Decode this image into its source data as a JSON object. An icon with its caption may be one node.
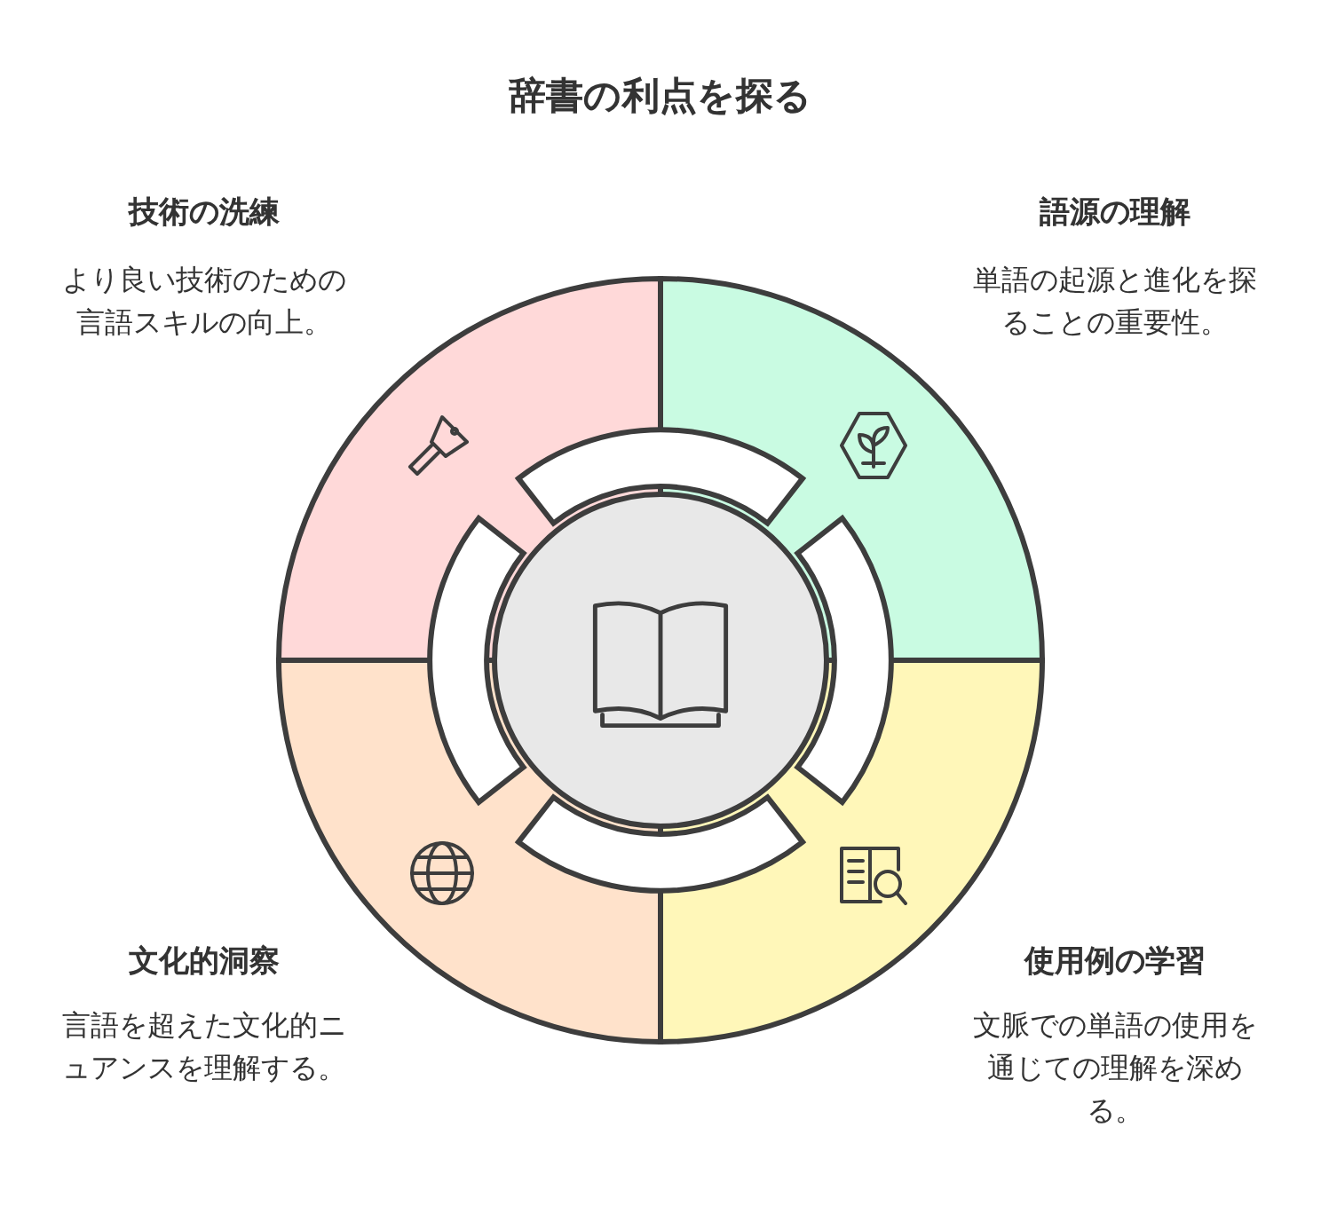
{
  "diagram": {
    "title": "辞書の利点を探る",
    "nodes": [
      {
        "text": [],
        "shape": "sector"
      },
      {
        "text": [],
        "shape": "sector"
      },
      {
        "text": [],
        "shape": "circle"
      },
      {
        "text": [],
        "shape": "sector"
      },
      {
        "text": [],
        "shape": "sector"
      }
    ],
    "labels": [
      "技術の洗練",
      "語源の理解",
      "より良い技術のための言語スキルの向上。",
      "単語の起源と進化を探ることの重要性。",
      "文化的洞察",
      "使用例の学習",
      "言語を超えた文化的ニュアンスを理解する。",
      "文脈での単語の使用を通じての理解を深める。"
    ]
  }
}
